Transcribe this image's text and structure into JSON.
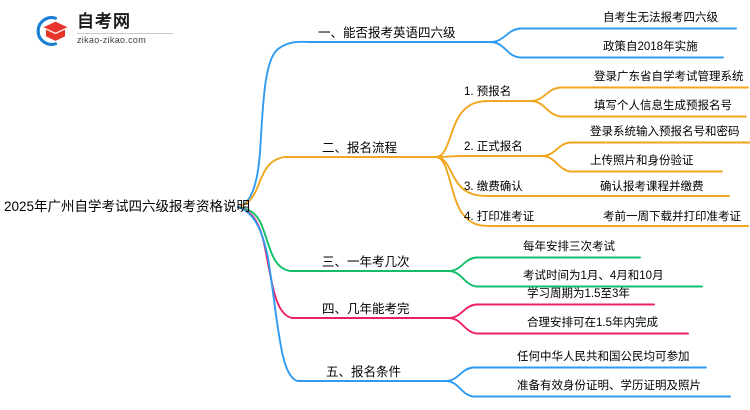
{
  "brand": {
    "logo_icon": "graduation-cap-logo",
    "name_cn": "自考网",
    "name_en": "zikao-zikao.com",
    "arc_color": "#1a7fd4",
    "cap_color": "#e8352b"
  },
  "mindmap": {
    "root": {
      "label": "2025年广州自学考试四六级报考资格说明"
    },
    "colors": {
      "branch1": "#2f9bf0",
      "branch2": "#f0a61e",
      "branch3": "#11bf6b",
      "branch4": "#ec1croc",
      "branch4_fix": "#ec1f6a",
      "branch5": "#2f9bf0"
    },
    "branches": [
      {
        "label": "一、能否报考英语四六级",
        "color": "#2f9bf0",
        "children": [
          {
            "label": "自考生无法报考四六级"
          },
          {
            "label": "政策自2018年实施"
          }
        ]
      },
      {
        "label": "二、报名流程",
        "color": "#f0a61e",
        "children": [
          {
            "label": "1. 预报名",
            "children": [
              {
                "label": "登录广东省自学考试管理系统"
              },
              {
                "label": "填写个人信息生成预报名号"
              }
            ]
          },
          {
            "label": "2. 正式报名",
            "children": [
              {
                "label": "登录系统输入预报名号和密码"
              },
              {
                "label": "上传照片和身份验证"
              }
            ]
          },
          {
            "label": "3. 缴费确认",
            "children": [
              {
                "label": "确认报考课程并缴费"
              }
            ]
          },
          {
            "label": "4. 打印准考证",
            "children": [
              {
                "label": "考前一周下载并打印准考证"
              }
            ]
          }
        ]
      },
      {
        "label": "三、一年考几次",
        "color": "#11bf6b",
        "children": [
          {
            "label": "每年安排三次考试"
          },
          {
            "label": "考试时间为1月、4月和10月"
          }
        ]
      },
      {
        "label": "四、几年能考完",
        "color": "#ec1f6a",
        "children": [
          {
            "label": "学习周期为1.5至3年"
          },
          {
            "label": "合理安排可在1.5年内完成"
          }
        ]
      },
      {
        "label": "五、报名条件",
        "color": "#2f9bf0",
        "children": [
          {
            "label": "任何中华人民共和国公民均可参加"
          },
          {
            "label": "准备有效身份证明、学历证明及照片"
          }
        ]
      }
    ]
  }
}
